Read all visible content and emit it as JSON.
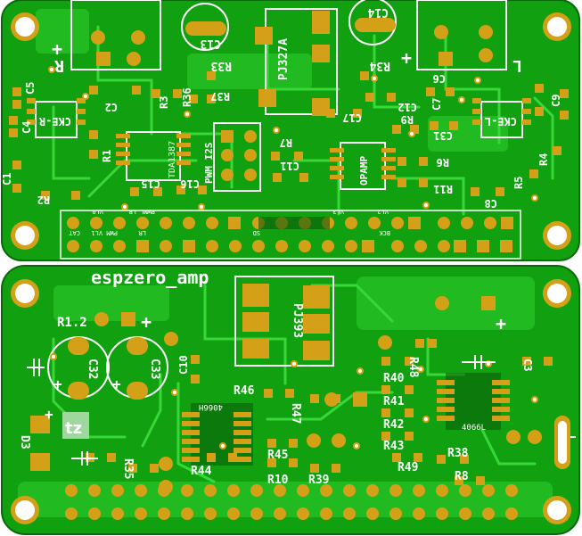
{
  "colors": {
    "board": "#10a010",
    "copper": "#2fcf2f",
    "track": "#38d838",
    "pad": "#d4a017",
    "pad_dark": "#9a7410",
    "silk": "#ffffff",
    "hole": "#ffffff",
    "edge": "#0a6a0a"
  },
  "icons": {
    "mounting_hole": "mounting-hole-icon",
    "logo": "tz-logo-icon",
    "polarity": "plus-icon"
  },
  "top_board": {
    "labels": [
      {
        "id": "c13",
        "text": "C13"
      },
      {
        "id": "c14",
        "text": "C14"
      },
      {
        "id": "r33",
        "text": "R33"
      },
      {
        "id": "r34",
        "text": "R34"
      },
      {
        "id": "pj327a",
        "text": "PJ327A"
      },
      {
        "id": "ch_r",
        "text": "CKE-R"
      },
      {
        "id": "ch_l",
        "text": "CKE-L"
      },
      {
        "id": "c2",
        "text": "C2"
      },
      {
        "id": "c5",
        "text": "C5"
      },
      {
        "id": "c4",
        "text": "C4"
      },
      {
        "id": "c1",
        "text": "C1"
      },
      {
        "id": "r1",
        "text": "R1"
      },
      {
        "id": "r2",
        "text": "R2"
      },
      {
        "id": "r3",
        "text": "R3"
      },
      {
        "id": "r36",
        "text": "R36"
      },
      {
        "id": "r37",
        "text": "R37"
      },
      {
        "id": "tda1387",
        "text": "TDA1387"
      },
      {
        "id": "pwm_i2s",
        "text": "PWM I2S"
      },
      {
        "id": "c15",
        "text": "C15"
      },
      {
        "id": "c16",
        "text": "C16"
      },
      {
        "id": "r7",
        "text": "R7"
      },
      {
        "id": "c11",
        "text": "C11"
      },
      {
        "id": "c17",
        "text": "C17"
      },
      {
        "id": "c12",
        "text": "C12"
      },
      {
        "id": "r9",
        "text": "R9"
      },
      {
        "id": "c31",
        "text": "C31"
      },
      {
        "id": "opamp",
        "text": "OPAMP"
      },
      {
        "id": "r6",
        "text": "R6"
      },
      {
        "id": "r11",
        "text": "R11"
      },
      {
        "id": "c6",
        "text": "C6"
      },
      {
        "id": "c7",
        "text": "C7"
      },
      {
        "id": "c9",
        "text": "C9"
      },
      {
        "id": "c8",
        "text": "C8"
      },
      {
        "id": "r4",
        "text": "R4"
      },
      {
        "id": "r5",
        "text": "R5"
      },
      {
        "id": "plus_r",
        "text": "+"
      },
      {
        "id": "r_mark",
        "text": "R"
      },
      {
        "id": "plus_l",
        "text": "+"
      },
      {
        "id": "l_mark",
        "text": "L"
      }
    ],
    "header_labels": [
      {
        "id": "vl0",
        "text": "VL0"
      },
      {
        "id": "cat",
        "text": "CAT"
      },
      {
        "id": "pwm_vl1",
        "text": "PWM VL1"
      },
      {
        "id": "pwm_lr",
        "text": "PWML LR"
      },
      {
        "id": "lr",
        "text": "LR"
      },
      {
        "id": "sd",
        "text": "SD"
      },
      {
        "id": "vl3",
        "text": "VL3"
      },
      {
        "id": "vl2",
        "text": "VL2"
      },
      {
        "id": "bck",
        "text": "BCK"
      }
    ]
  },
  "bottom_board": {
    "title": "espzero_amp",
    "labels": [
      {
        "id": "r12",
        "text": "R1.2"
      },
      {
        "id": "c32",
        "text": "C32"
      },
      {
        "id": "c33",
        "text": "C33"
      },
      {
        "id": "c10",
        "text": "C10"
      },
      {
        "id": "pj393",
        "text": "PJ393"
      },
      {
        "id": "r46",
        "text": "R46"
      },
      {
        "id": "r47",
        "text": "R47"
      },
      {
        "id": "chip_a",
        "text": "4066H"
      },
      {
        "id": "r44",
        "text": "R44"
      },
      {
        "id": "r45",
        "text": "R45"
      },
      {
        "id": "r10",
        "text": "R10"
      },
      {
        "id": "r39",
        "text": "R39"
      },
      {
        "id": "r35",
        "text": "R35"
      },
      {
        "id": "d3",
        "text": "D3"
      },
      {
        "id": "r48",
        "text": "R48"
      },
      {
        "id": "r40",
        "text": "R40"
      },
      {
        "id": "r41",
        "text": "R41"
      },
      {
        "id": "r42",
        "text": "R42"
      },
      {
        "id": "r43",
        "text": "R43"
      },
      {
        "id": "r49",
        "text": "R49"
      },
      {
        "id": "r38",
        "text": "R38"
      },
      {
        "id": "r8",
        "text": "R8"
      },
      {
        "id": "chip_b",
        "text": "4066L"
      },
      {
        "id": "c3",
        "text": "C3"
      },
      {
        "id": "plus_a",
        "text": "+"
      },
      {
        "id": "plus_b",
        "text": "+"
      },
      {
        "id": "plus_c",
        "text": "+"
      },
      {
        "id": "plus_d",
        "text": "+"
      },
      {
        "id": "plus_e",
        "text": "+"
      }
    ]
  }
}
